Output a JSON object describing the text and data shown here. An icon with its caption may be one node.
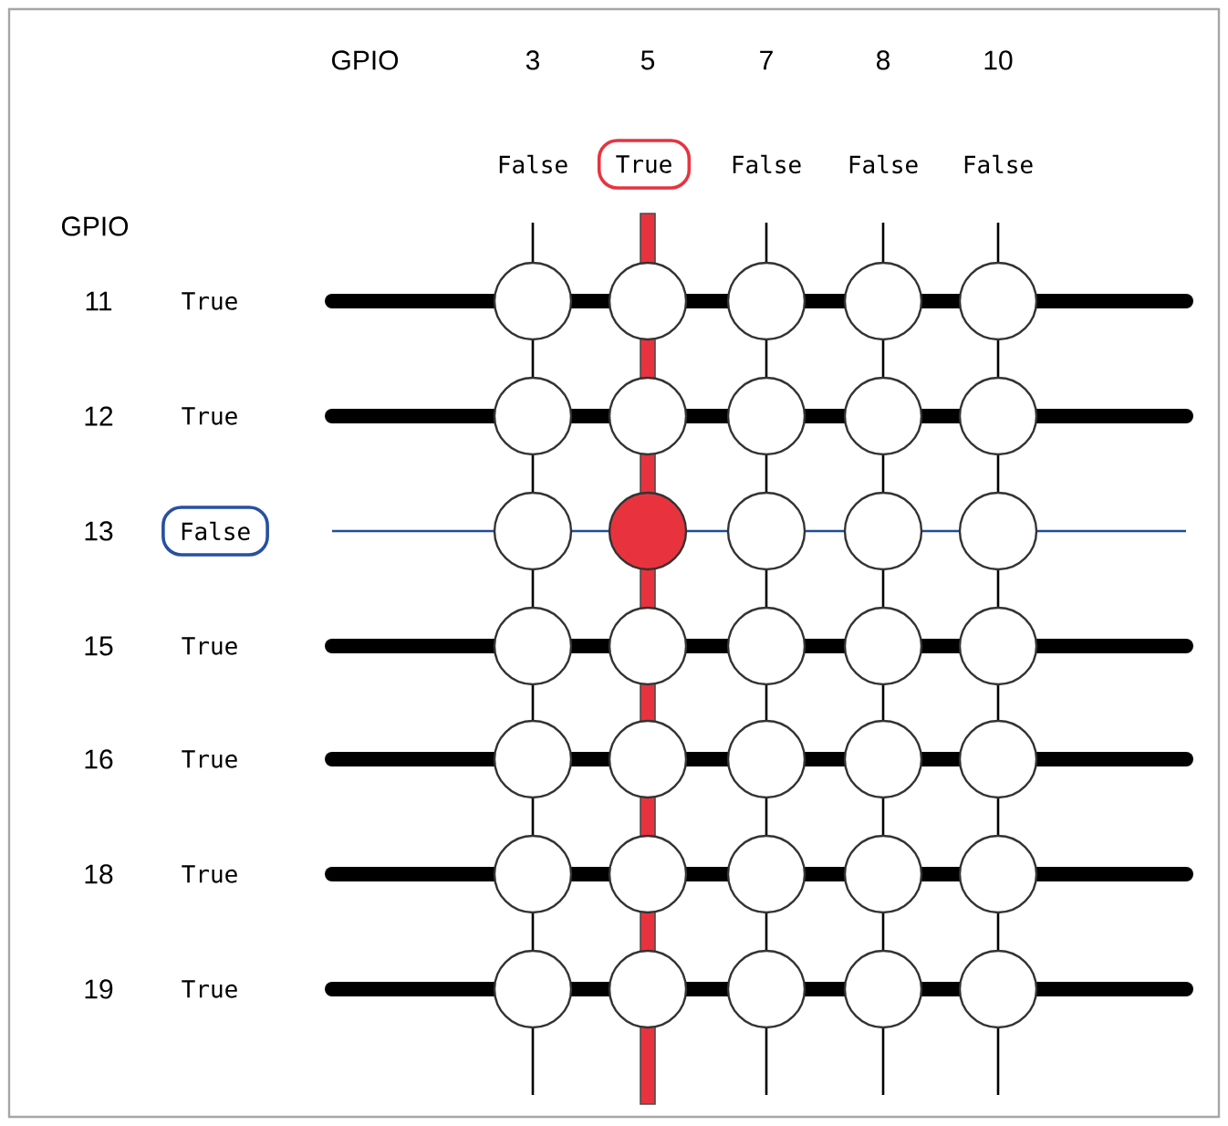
{
  "diagram": {
    "nodes": [
      {
        "text": [
          "True"
        ]
      },
      {
        "text": [
          "False"
        ]
      }
    ],
    "labels": [
      "GPIO",
      "3",
      "5",
      "7",
      "8",
      "10",
      "False",
      "False",
      "False",
      "False",
      "GPIO",
      "11",
      "True",
      "12",
      "True",
      "13",
      "15",
      "True",
      "16",
      "True",
      "18",
      "True",
      "19",
      "True"
    ]
  }
}
